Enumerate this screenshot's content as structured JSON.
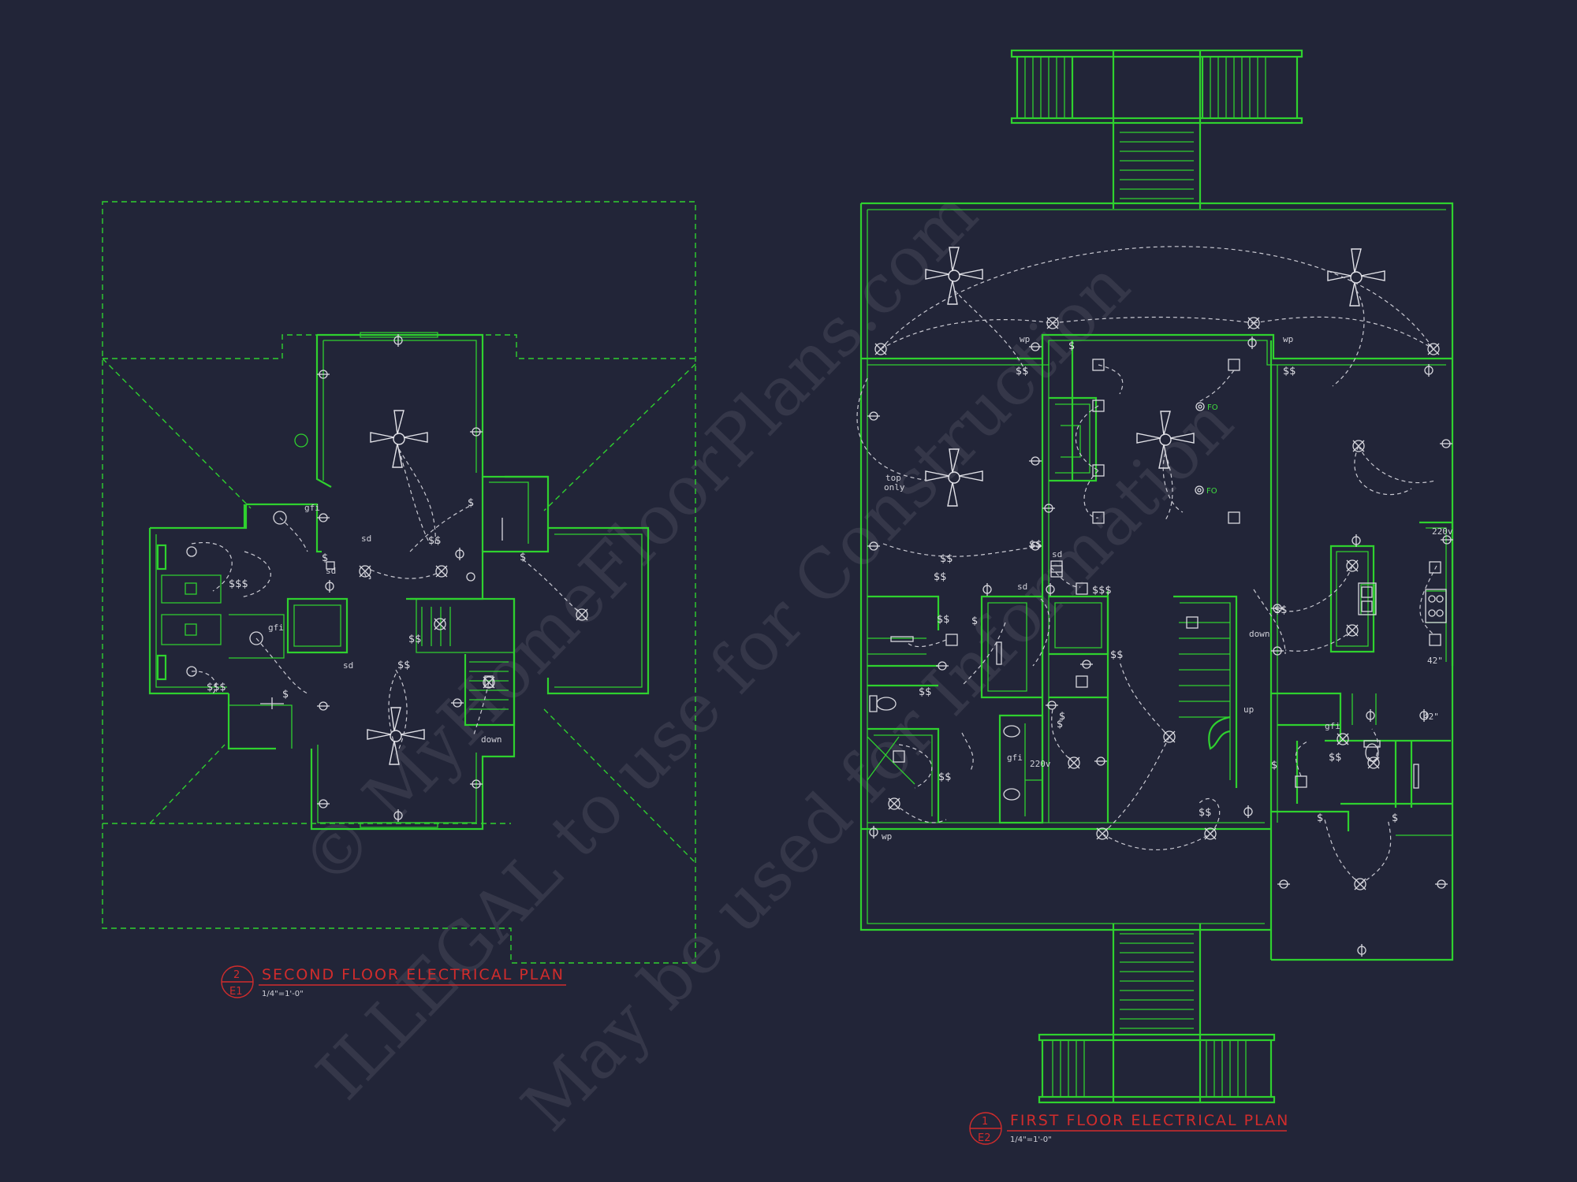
{
  "watermark": {
    "line1": "© MyHomeFloorPlans.com",
    "line2": "ILLEGAL to use for Construction",
    "line3": "May be used for Information"
  },
  "second_floor": {
    "title": "SECOND FLOOR ELECTRICAL PLAN",
    "number": "2",
    "sheet": "E1",
    "scale": "1/4\"=1'-0\"",
    "labels": {
      "stair_note": "down",
      "gfi_a": "gfi",
      "gfi_b": "gfi",
      "switch_s": "$",
      "switch_ss": "$$",
      "switch_sss": "$$$",
      "smoke": "sd"
    }
  },
  "first_floor": {
    "title": "FIRST FLOOR ELECTRICAL PLAN",
    "number": "1",
    "sheet": "E2",
    "scale": "1/4\"=1'-0\"",
    "labels": {
      "fo_top": "FO",
      "fo_bottom": "FO",
      "wp_left": "wp",
      "wp_right": "wp",
      "wp_bottom": "wp",
      "top_only": "top",
      "top_only_2": "only",
      "range_220": "220v",
      "dryer_220": "220v",
      "counter_42_a": "42\"",
      "counter_42_b": "42\"",
      "stair_down": "down",
      "stair_up": "up",
      "gfi_a": "gfi",
      "gfi_b": "gfi",
      "smoke": "sd",
      "switch_s": "$",
      "switch_ss": "$$",
      "switch_sss": "$$$"
    }
  },
  "colors": {
    "background": "#222538",
    "walls": "#2fd12f",
    "wiring": "#c9c9d2",
    "titles": "#d12c2c",
    "watermark": "#8a8c98"
  }
}
